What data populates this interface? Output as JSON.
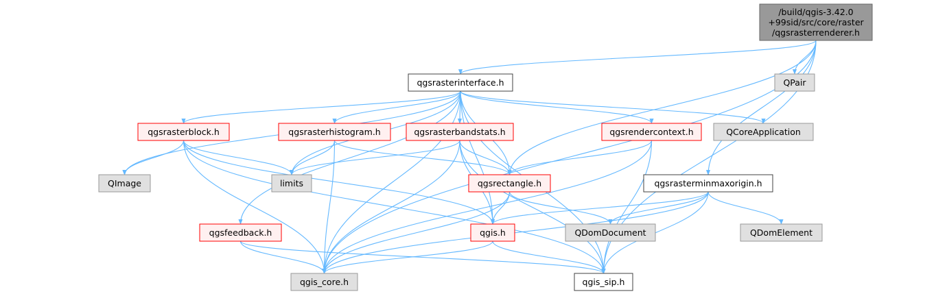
{
  "diagram": {
    "kind": "include dependency graph",
    "colors": {
      "edge": "#63b8ff",
      "root_fill": "#999999",
      "root_border": "#666666",
      "documented_border": "#ff0000",
      "documented_fill": "#fff0f0",
      "plain_border": "#404040",
      "plain_fill": "#ffffff",
      "external_border": "#999999",
      "external_fill": "#e0e0e0"
    },
    "nodes": [
      {
        "id": "root",
        "lines": [
          "/build/qgis-3.42.0",
          "+99sid/src/core/raster",
          "/qgsrasterrenderer.h"
        ],
        "style": "root"
      },
      {
        "id": "interface",
        "lines": [
          "qgsrasterinterface.h"
        ],
        "style": "plain"
      },
      {
        "id": "qpair",
        "lines": [
          "QPair"
        ],
        "style": "external"
      },
      {
        "id": "block",
        "lines": [
          "qgsrasterblock.h"
        ],
        "style": "documented"
      },
      {
        "id": "histogram",
        "lines": [
          "qgsrasterhistogram.h"
        ],
        "style": "documented"
      },
      {
        "id": "bandstats",
        "lines": [
          "qgsrasterbandstats.h"
        ],
        "style": "documented"
      },
      {
        "id": "rendercontext",
        "lines": [
          "qgsrendercontext.h"
        ],
        "style": "documented"
      },
      {
        "id": "qcoreapp",
        "lines": [
          "QCoreApplication"
        ],
        "style": "external"
      },
      {
        "id": "qimage",
        "lines": [
          "QImage"
        ],
        "style": "external"
      },
      {
        "id": "limits",
        "lines": [
          "limits"
        ],
        "style": "external"
      },
      {
        "id": "rectangle",
        "lines": [
          "qgsrectangle.h"
        ],
        "style": "documented"
      },
      {
        "id": "minmax",
        "lines": [
          "qgsrasterminmaxorigin.h"
        ],
        "style": "plain"
      },
      {
        "id": "feedback",
        "lines": [
          "qgsfeedback.h"
        ],
        "style": "documented"
      },
      {
        "id": "qgis",
        "lines": [
          "qgis.h"
        ],
        "style": "documented"
      },
      {
        "id": "qdomdoc",
        "lines": [
          "QDomDocument"
        ],
        "style": "external"
      },
      {
        "id": "qdomelem",
        "lines": [
          "QDomElement"
        ],
        "style": "external"
      },
      {
        "id": "core",
        "lines": [
          "qgis_core.h"
        ],
        "style": "external"
      },
      {
        "id": "sip",
        "lines": [
          "qgis_sip.h"
        ],
        "style": "plain"
      }
    ],
    "edges": [
      [
        "root",
        "interface"
      ],
      [
        "root",
        "qpair"
      ],
      [
        "root",
        "rectangle"
      ],
      [
        "root",
        "minmax"
      ],
      [
        "root",
        "core"
      ],
      [
        "root",
        "sip"
      ],
      [
        "interface",
        "block"
      ],
      [
        "interface",
        "histogram"
      ],
      [
        "interface",
        "bandstats"
      ],
      [
        "interface",
        "rendercontext"
      ],
      [
        "interface",
        "qcoreapp"
      ],
      [
        "interface",
        "qimage"
      ],
      [
        "interface",
        "limits"
      ],
      [
        "interface",
        "rectangle"
      ],
      [
        "interface",
        "feedback"
      ],
      [
        "interface",
        "qgis"
      ],
      [
        "interface",
        "core"
      ],
      [
        "interface",
        "sip"
      ],
      [
        "block",
        "qimage"
      ],
      [
        "block",
        "limits"
      ],
      [
        "block",
        "qgis"
      ],
      [
        "block",
        "core"
      ],
      [
        "block",
        "sip"
      ],
      [
        "histogram",
        "limits"
      ],
      [
        "histogram",
        "rectangle"
      ],
      [
        "histogram",
        "core"
      ],
      [
        "bandstats",
        "limits"
      ],
      [
        "bandstats",
        "rectangle"
      ],
      [
        "bandstats",
        "qgis"
      ],
      [
        "bandstats",
        "core"
      ],
      [
        "bandstats",
        "sip"
      ],
      [
        "rendercontext",
        "rectangle"
      ],
      [
        "rendercontext",
        "core"
      ],
      [
        "rendercontext",
        "sip"
      ],
      [
        "rectangle",
        "qgis"
      ],
      [
        "rectangle",
        "qdomdoc"
      ],
      [
        "rectangle",
        "core"
      ],
      [
        "minmax",
        "qgis"
      ],
      [
        "minmax",
        "qdomdoc"
      ],
      [
        "minmax",
        "qdomelem"
      ],
      [
        "minmax",
        "core"
      ],
      [
        "minmax",
        "sip"
      ],
      [
        "feedback",
        "core"
      ],
      [
        "feedback",
        "sip"
      ],
      [
        "qgis",
        "core"
      ],
      [
        "qgis",
        "sip"
      ]
    ]
  }
}
